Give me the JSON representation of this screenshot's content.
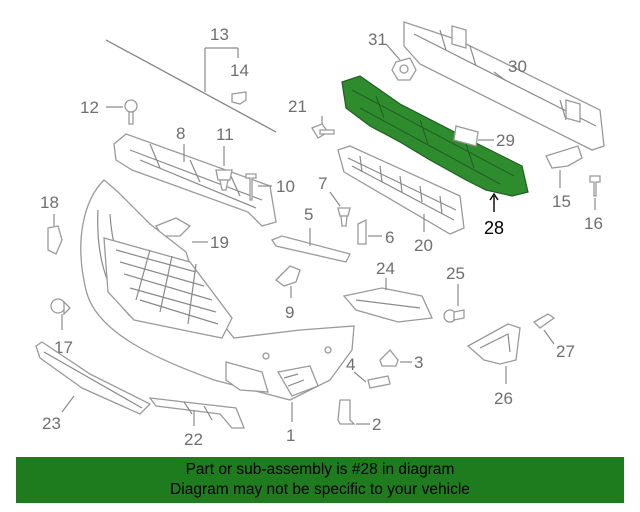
{
  "diagram": {
    "highlight_color": "#2e8b2e",
    "banner_color": "#1e7b1e",
    "highlighted_part": "28",
    "callouts": [
      "1",
      "2",
      "3",
      "4",
      "5",
      "6",
      "7",
      "8",
      "9",
      "10",
      "11",
      "12",
      "13",
      "14",
      "15",
      "16",
      "17",
      "18",
      "19",
      "20",
      "21",
      "22",
      "23",
      "24",
      "25",
      "26",
      "27",
      "28",
      "29",
      "30",
      "31"
    ]
  },
  "banner": {
    "line1": "Part or sub-assembly is #28 in diagram",
    "line2": "Diagram may not be specific to your vehicle"
  }
}
